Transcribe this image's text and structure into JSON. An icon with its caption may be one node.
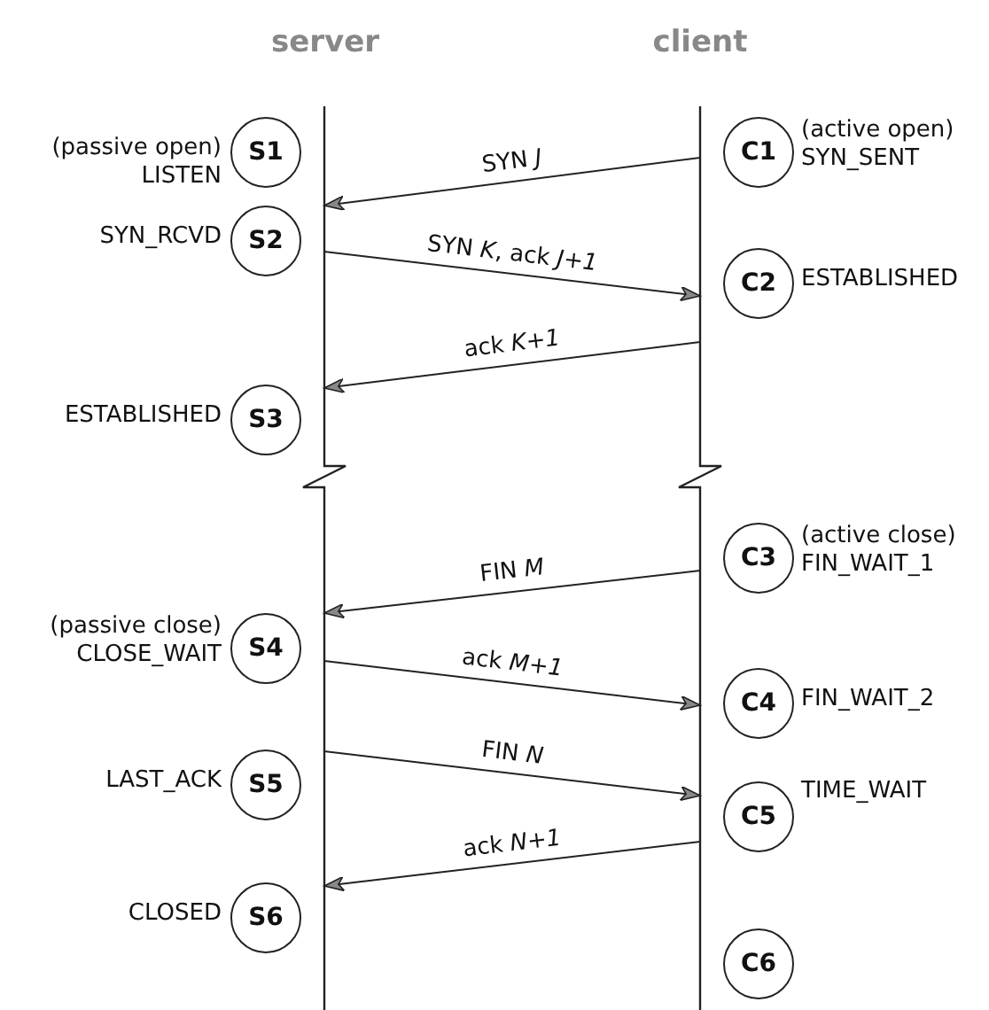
{
  "diagram": {
    "nodes": [
      {
        "text": [
          "server"
        ]
      },
      {
        "text": [
          "client"
        ]
      },
      {
        "text": [
          "S1"
        ],
        "beside": [
          "(passive open)",
          "LISTEN"
        ]
      },
      {
        "text": [
          "S2"
        ],
        "beside": [
          "SYN_RCVD"
        ]
      },
      {
        "text": [
          "S3"
        ],
        "beside": [
          "ESTABLISHED"
        ]
      },
      {
        "text": [
          "S4"
        ],
        "beside": [
          "(passive close)",
          "CLOSE_WAIT"
        ]
      },
      {
        "text": [
          "S5"
        ],
        "beside": [
          "LAST_ACK"
        ]
      },
      {
        "text": [
          "S6"
        ],
        "beside": [
          "CLOSED"
        ]
      },
      {
        "text": [
          "C1"
        ],
        "beside": [
          "(active open)",
          "SYN_SENT"
        ]
      },
      {
        "text": [
          "C2"
        ],
        "beside": [
          "ESTABLISHED"
        ]
      },
      {
        "text": [
          "C3"
        ],
        "beside": [
          "(active close)",
          "FIN_WAIT_1"
        ]
      },
      {
        "text": [
          "C4"
        ],
        "beside": [
          "FIN_WAIT_2"
        ]
      },
      {
        "text": [
          "C5"
        ],
        "beside": [
          "TIME_WAIT"
        ]
      },
      {
        "text": [
          "C6"
        ]
      }
    ],
    "edges": [
      {
        "from": 1,
        "to": 0,
        "arrow": "to",
        "label": "SYN *J*"
      },
      {
        "from": 0,
        "to": 1,
        "arrow": "to",
        "label": "SYN *K*, ack *J+1*"
      },
      {
        "from": 1,
        "to": 0,
        "arrow": "to",
        "label": "ack *K+1*"
      },
      {
        "from": 1,
        "to": 0,
        "arrow": "to",
        "label": "FIN *M*"
      },
      {
        "from": 0,
        "to": 1,
        "arrow": "to",
        "label": "ack *M+1*"
      },
      {
        "from": 0,
        "to": 1,
        "arrow": "to",
        "label": "FIN *N*"
      },
      {
        "from": 1,
        "to": 0,
        "arrow": "to",
        "label": "ack *N+1*"
      }
    ]
  }
}
